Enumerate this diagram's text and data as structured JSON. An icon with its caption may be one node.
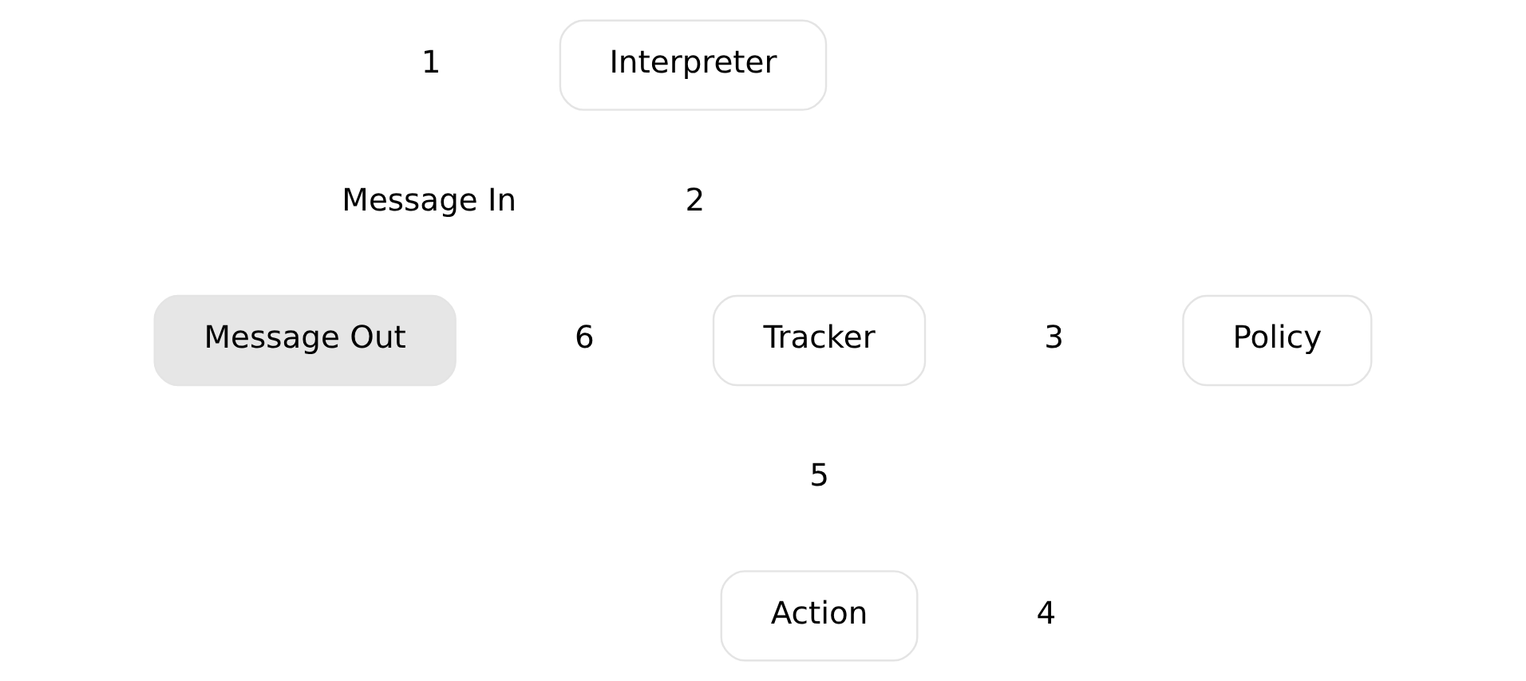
{
  "diagram": {
    "nodes": [
      {
        "text": [
          "Interpreter"
        ]
      },
      {
        "text": [
          "Tracker"
        ]
      },
      {
        "text": [
          "Policy"
        ]
      },
      {
        "text": [
          "Message Out"
        ]
      },
      {
        "text": [
          "Action"
        ]
      }
    ],
    "edges": [],
    "labels": [
      "1",
      "2",
      "Message In",
      "3",
      "6",
      "5",
      "4"
    ]
  }
}
